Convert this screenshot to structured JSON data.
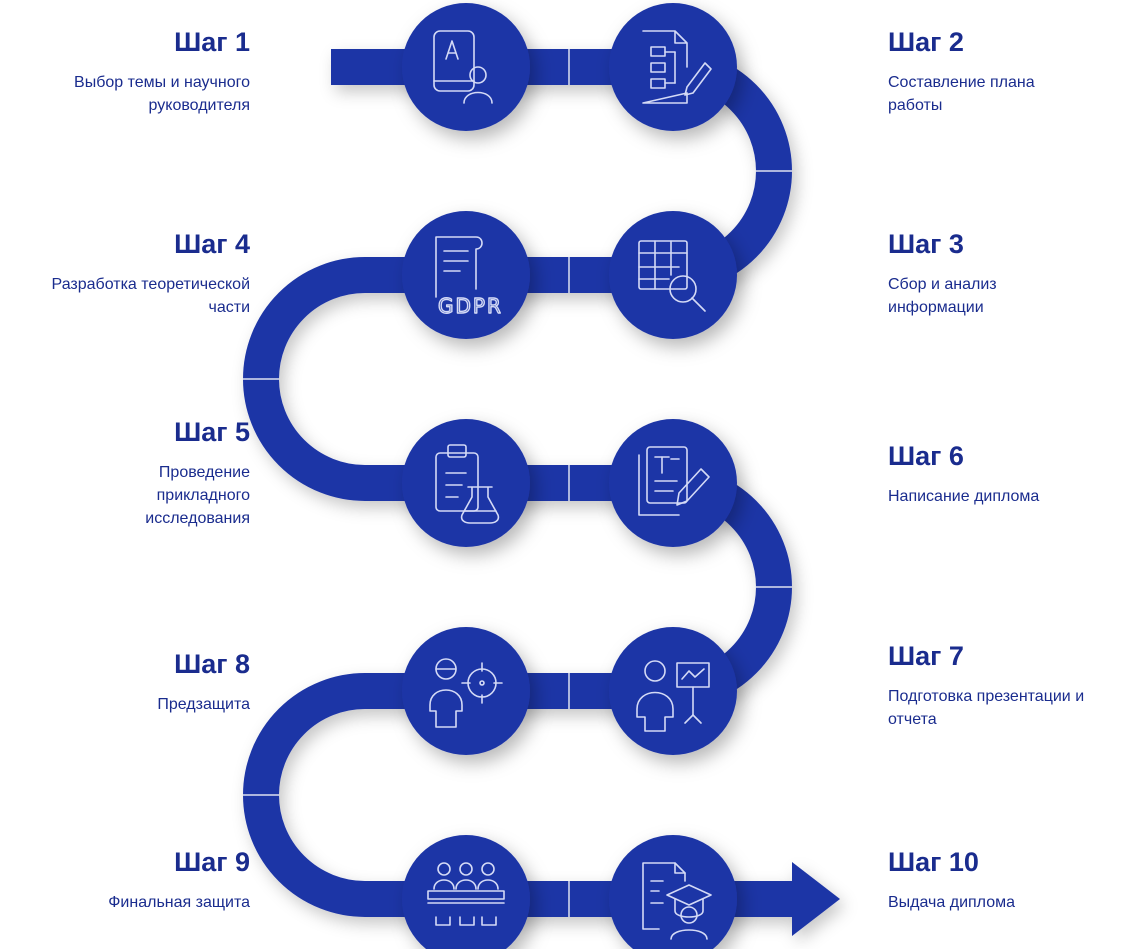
{
  "steps": [
    {
      "num": 1,
      "title": "Шаг 1",
      "desc": "Выбор темы и научного руководителя",
      "icon": "student-id-icon"
    },
    {
      "num": 2,
      "title": "Шаг 2",
      "desc": "Составление плана работы",
      "icon": "document-plan-pencil-icon"
    },
    {
      "num": 3,
      "title": "Шаг 3",
      "desc": "Сбор и анализ информации",
      "icon": "table-magnifier-icon"
    },
    {
      "num": 4,
      "title": "Шаг 4",
      "desc": "Разработка теоретической части",
      "icon": "gdpr-scroll-icon"
    },
    {
      "num": 5,
      "title": "Шаг 5",
      "desc": "Проведение прикладного исследования",
      "icon": "clipboard-flask-icon"
    },
    {
      "num": 6,
      "title": "Шаг 6",
      "desc": "Написание диплома",
      "icon": "documents-pen-icon"
    },
    {
      "num": 7,
      "title": "Шаг 7",
      "desc": "Подготовка презентации и отчета",
      "icon": "presenter-chart-icon"
    },
    {
      "num": 8,
      "title": "Шаг 8",
      "desc": "Предзащита",
      "icon": "person-target-icon"
    },
    {
      "num": 9,
      "title": "Шаг 9",
      "desc": "Финальная защита",
      "icon": "committee-table-icon"
    },
    {
      "num": 10,
      "title": "Шаг 10",
      "desc": "Выдача диплома",
      "icon": "document-graduate-icon"
    }
  ],
  "colors": {
    "road": "#1e35a6",
    "text": "#1a2c8e",
    "line": "#ffffff"
  }
}
